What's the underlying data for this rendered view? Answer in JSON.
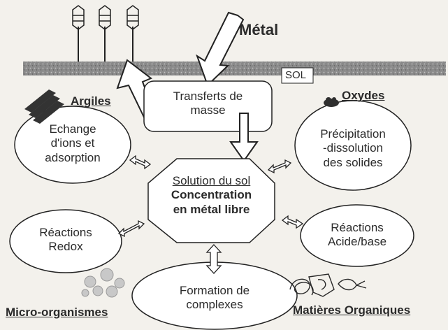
{
  "metal_label": "Métal",
  "sol_label": "SOL",
  "center": {
    "title": "Solution du sol",
    "line1": "Concentration",
    "line2": "en métal libre"
  },
  "transfers": {
    "line1": "Transferts de",
    "line2": "masse"
  },
  "argiles": {
    "title": "Argiles",
    "line1": "Echange",
    "line2": "d'ions et",
    "line3": "adsorption"
  },
  "oxydes": {
    "title": "Oxydes",
    "line1": "Précipitation",
    "line2": "-dissolution",
    "line3": "des solides"
  },
  "redox": {
    "line1": "Réactions",
    "line2": "Redox"
  },
  "acid_base": {
    "line1": "Réactions",
    "line2": "Acide/base"
  },
  "complexes": {
    "line1": "Formation de",
    "line2": "complexes"
  },
  "micro": {
    "title": "Micro-organismes"
  },
  "matieres": {
    "title": "Matières Organiques"
  }
}
